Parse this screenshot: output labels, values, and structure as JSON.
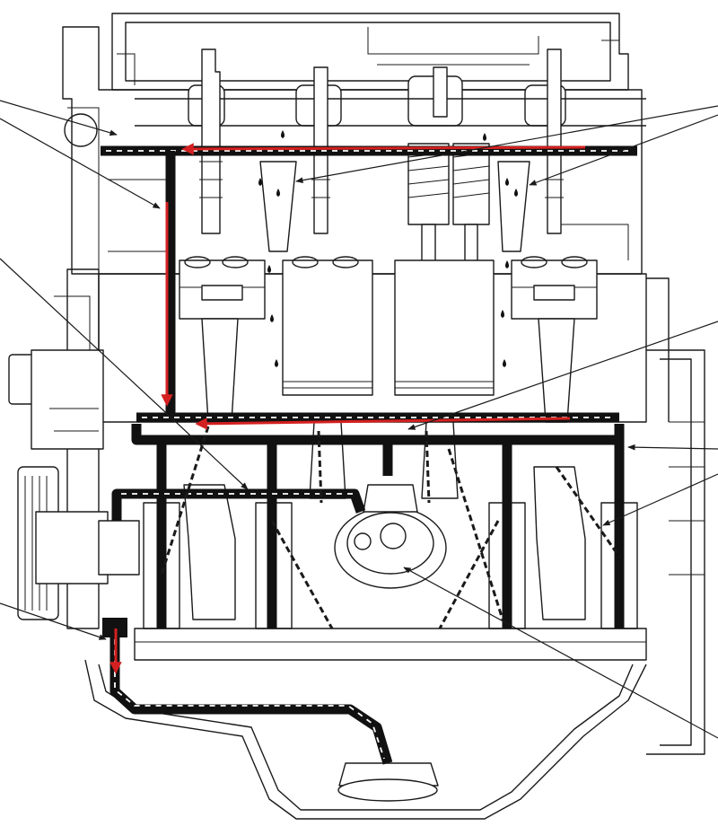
{
  "colors": {
    "outline": "#1a1a1a",
    "oil_gallery": "#111111",
    "flow_arrow": "#d42020",
    "background": "#ffffff"
  },
  "flow_arrows": [
    {
      "name": "upper-gallery-flow",
      "direction": "left"
    },
    {
      "name": "main-gallery-flow",
      "direction": "left"
    },
    {
      "name": "riser-flow",
      "direction": "down"
    },
    {
      "name": "pickup-flow",
      "direction": "down"
    }
  ],
  "leader_lines": [
    "leader-top-left-1",
    "leader-top-left-2",
    "leader-mid-left",
    "leader-bottom-left",
    "leader-top-right-1",
    "leader-top-right-2",
    "leader-mid-right-1",
    "leader-mid-right-2",
    "leader-mid-right-3",
    "leader-bottom-right"
  ]
}
